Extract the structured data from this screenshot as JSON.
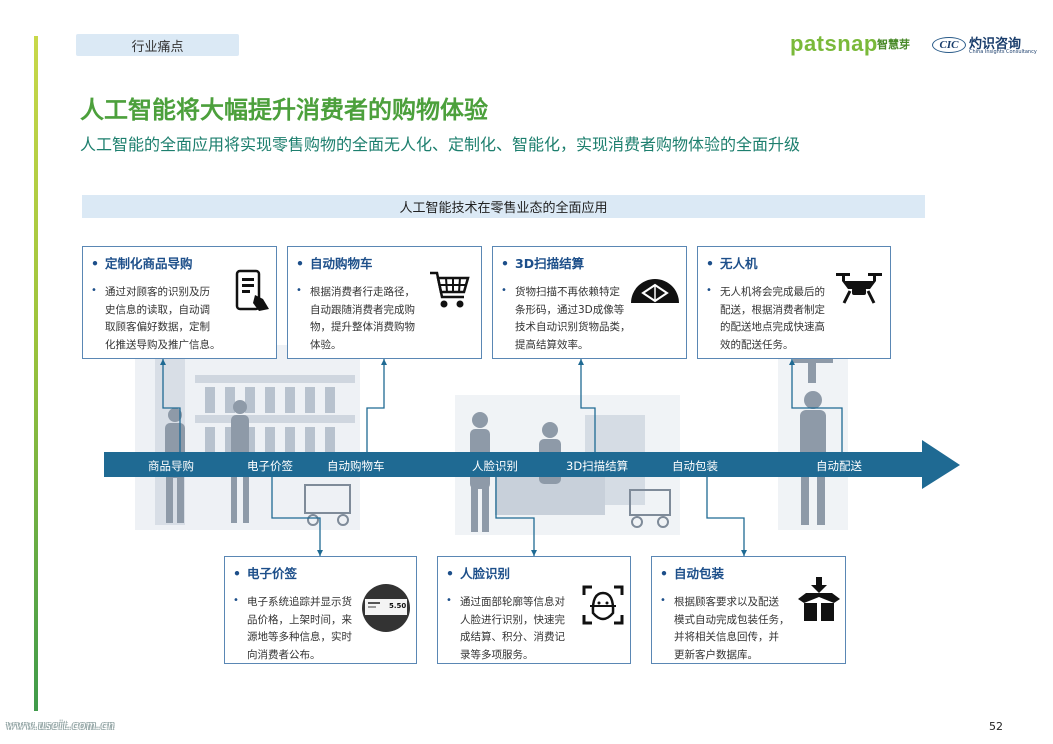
{
  "header": {
    "section_tag": "行业痛点",
    "logo_patsnap": "patsnap",
    "logo_patsnap_cn": "智慧芽",
    "logo_cic_mark": "CIC",
    "logo_cic_cn": "灼识咨询",
    "logo_cic_en": "China Insights Consultancy"
  },
  "title": "人工智能将大幅提升消费者的购物体验",
  "subtitle": "人工智能的全面应用将实现零售购物的全面无人化、定制化、智能化，实现消费者购物体验的全面升级",
  "diagram": {
    "header": "人工智能技术在零售业态的全面应用",
    "arrow_labels": [
      "商品导购",
      "电子价签",
      "自动购物车",
      "人脸识别",
      "3D扫描结算",
      "自动包装",
      "自动配送"
    ],
    "top_cards": [
      {
        "title": "定制化商品导购",
        "desc": "通过对顾客的识别及历\n史信息的读取，自动调\n取顾客偏好数据，定制\n化推送导购及推广信息。",
        "icon": "mobile-phone-icon"
      },
      {
        "title": "自动购物车",
        "desc": "根据消费者行走路径，\n自动跟随消费者完成购\n物，提升整体消费购物\n体验。",
        "icon": "shopping-cart-icon"
      },
      {
        "title": "3D扫描结算",
        "desc": "货物扫描不再依赖特定\n条形码，通过3D成像等\n技术自动识别货物品类，\n提高结算效率。",
        "icon": "3d-scan-dome-icon"
      },
      {
        "title": "无人机",
        "desc": "无人机将会完成最后的\n配送，根据消费者制定\n的配送地点完成快速高\n效的配送任务。",
        "icon": "drone-icon"
      }
    ],
    "bottom_cards": [
      {
        "title": "电子价签",
        "desc": "电子系统追踪并显示货\n品价格，上架时间，来\n源地等多种信息，实时\n向消费者公布。",
        "icon": "electronic-price-tag-icon",
        "tag_price": "5.50"
      },
      {
        "title": "人脸识别",
        "desc": "通过面部轮廓等信息对\n人脸进行识别，快速完\n成结算、积分、消费记\n录等多项服务。",
        "icon": "face-scan-icon"
      },
      {
        "title": "自动包装",
        "desc": "根据顾客要求以及配送\n模式自动完成包装任务，\n并将相关信息回传，并\n更新客户数据库。",
        "icon": "package-box-icon"
      }
    ]
  },
  "footer": {
    "watermark": "www.useit.com.cn",
    "page_number": "52"
  },
  "colors": {
    "title_green": "#4ca03c",
    "subtitle_teal": "#1d7f6e",
    "arrow_blue": "#1f6a93",
    "card_border": "#5a87b4",
    "header_bg": "#dbe9f5"
  }
}
